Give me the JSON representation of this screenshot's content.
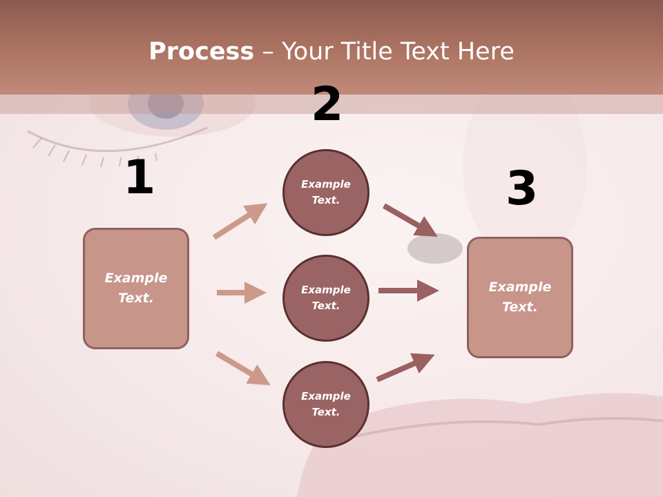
{
  "slide": {
    "title_bold": "Process",
    "title_rest": " – Your Title Text Here",
    "steps": {
      "one": {
        "number": "1",
        "text": "Example Text."
      },
      "two": {
        "number": "2",
        "items": [
          "Example Text.",
          "Example Text.",
          "Example Text."
        ]
      },
      "three": {
        "number": "3",
        "text": "Example Text."
      }
    }
  },
  "colors": {
    "header": "#a8705f",
    "box_fill": "#c8958a",
    "circle_fill": "#9b6464",
    "arrow_light": "#cc9a8a",
    "arrow_dark": "#9b6060"
  }
}
